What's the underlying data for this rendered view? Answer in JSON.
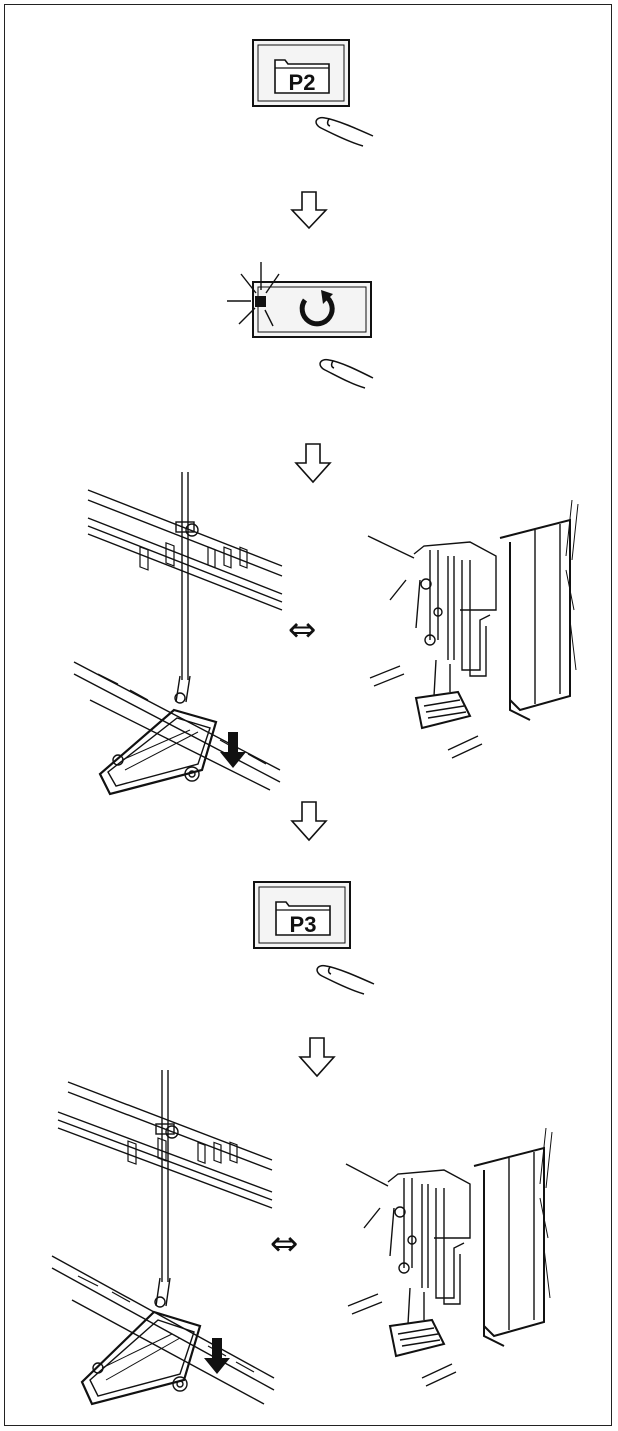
{
  "steps": {
    "step1_key": {
      "label": "P2"
    },
    "step2_key": {
      "label": ""
    },
    "step4_key": {
      "label": "P3"
    }
  },
  "symbols": {
    "next_arrow": "down-outline-arrow",
    "alternate": "⇔"
  },
  "colors": {
    "stroke": "#111111",
    "key_fill": "#f4f4f4",
    "background": "#ffffff"
  }
}
